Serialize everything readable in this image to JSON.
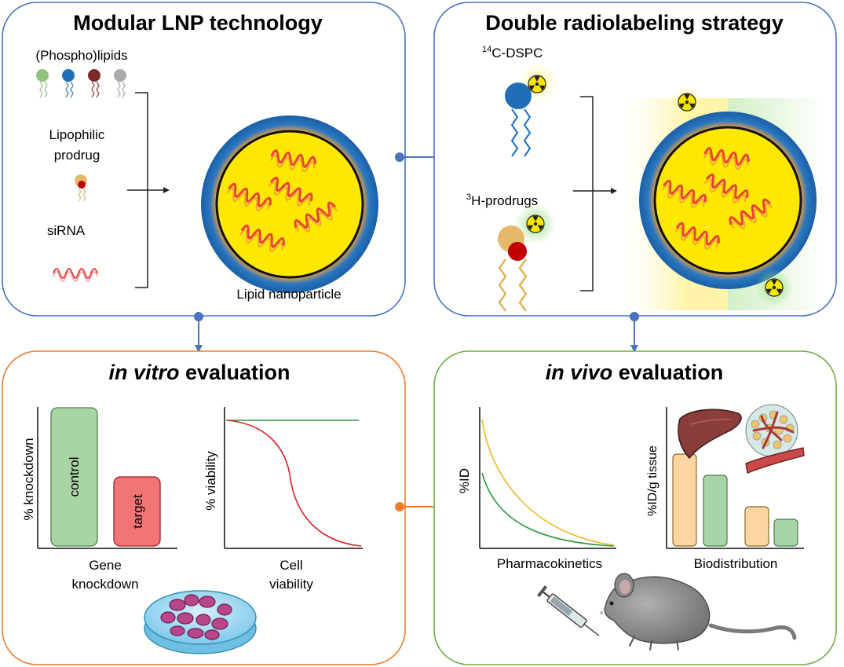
{
  "panels": {
    "lnp": {
      "title": "Modular LNP technology",
      "phospholipids_label": "(Phospho)lipids",
      "prodrug_label_line1": "Lipophilic",
      "prodrug_label_line2": "prodrug",
      "sirna_label": "siRNA",
      "particle_label": "Lipid nanoparticle"
    },
    "radiolabel": {
      "title": "Double radiolabeling strategy",
      "dspc_sup": "14",
      "dspc_label": "C-DSPC",
      "prodrug_sup": "3",
      "prodrug_label": "H-prodrugs"
    },
    "invitro": {
      "title_italic": "in vitro",
      "title_rest": " evaluation",
      "bar_ylabel": "% knockdown",
      "bar_caption_line1": "Gene",
      "bar_caption_line2": "knockdown",
      "bar_control": "control",
      "bar_target": "target",
      "curve_ylabel": "% viability",
      "curve_caption_line1": "Cell",
      "curve_caption_line2": "viability"
    },
    "invivo": {
      "title_italic": "in vivo",
      "title_rest": " evaluation",
      "pk_ylabel": "%ID",
      "pk_caption": "Pharmacokinetics",
      "bd_ylabel": "%ID/g tissue",
      "bd_caption": "Biodistribution"
    }
  },
  "colors": {
    "blue_border": "#4472c4",
    "orange_border": "#ed7d31",
    "green_border": "#70ad47",
    "lnp_core": "#ffe800",
    "lnp_shell": "#1f6fb8",
    "sirna": "#e8403a",
    "control_bar": "#a9d5a6",
    "target_bar": "#f07575",
    "peach_bar": "#fcd5a0",
    "green_bar": "#a8d5a8"
  }
}
